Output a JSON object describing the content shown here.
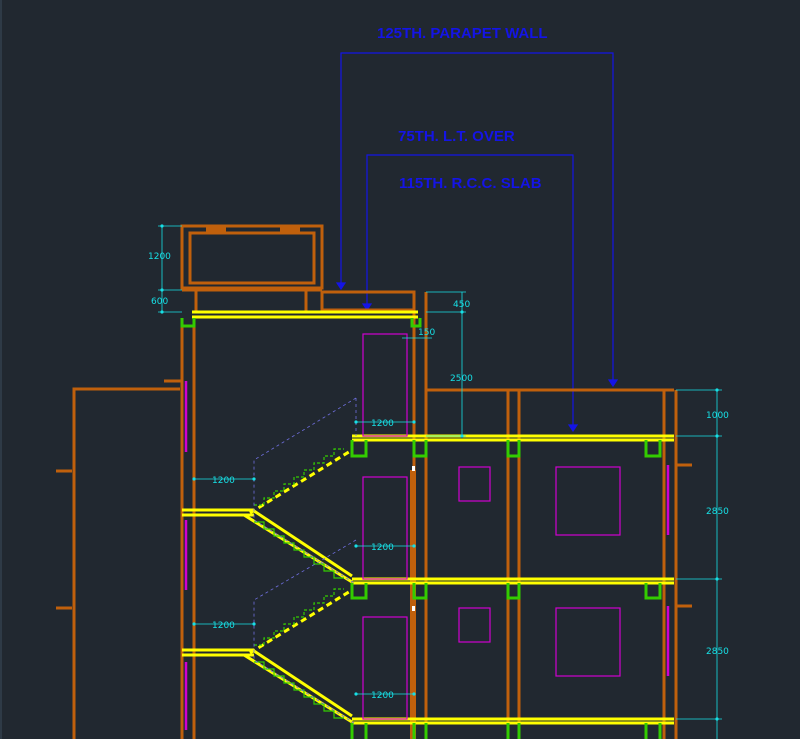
{
  "drawing": {
    "annotations": {
      "parapet": "125TH. PARAPET WALL",
      "lt_over": "75TH. L.T. OVER",
      "slab": "115TH. R.C.C. SLAB"
    },
    "dimensions": {
      "tank_height": "1200",
      "tank_base": "600",
      "roof_offset": "450",
      "ledge": "150",
      "mumty_height": "2500",
      "parapet_height": "1000",
      "floor_height_upper": "2850",
      "floor_height_lower": "2850",
      "landing_top": "1200",
      "landing_mid_left": "1200",
      "landing_mid_right": "1200",
      "landing_low_left": "1200",
      "landing_low_right": "1200"
    }
  },
  "colors": {
    "background": "#212830",
    "walls": "#c0600c",
    "slabs": "#ffff00",
    "beams": "#33cc00",
    "dimensions": "#17e0e6",
    "annotations": "#1414e6",
    "openings": "#d000d0"
  }
}
